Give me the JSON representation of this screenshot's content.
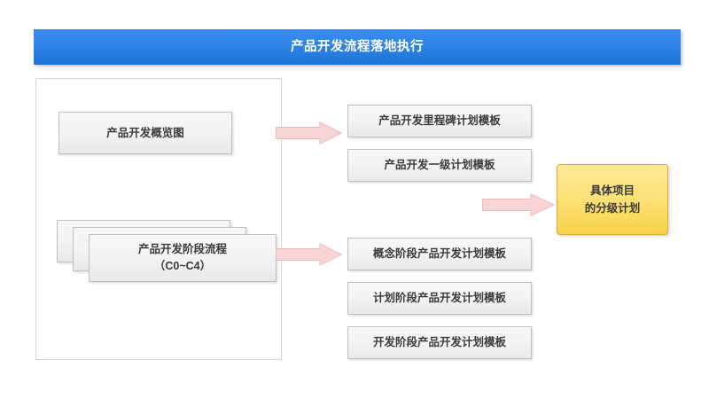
{
  "title": {
    "text": "产品开发流程落地执行",
    "bg_color_top": "#3a8ded",
    "bg_color_bottom": "#1f72d6",
    "text_color": "#ffffff"
  },
  "left_panel": {
    "overview_box": {
      "label": "产品开发概览图"
    },
    "stacked_process_box": {
      "line1": "产品开发阶段流程",
      "line2": "（C0~C4）",
      "stack_count": 3
    }
  },
  "templates": {
    "upper_group": [
      {
        "label": "产品开发里程碑计划模板"
      },
      {
        "label": "产品开发一级计划模板"
      }
    ],
    "lower_group": [
      {
        "label": "概念阶段产品开发计划模板"
      },
      {
        "label": "计划阶段产品开发计划模板"
      },
      {
        "label": "开发阶段产品开发计划模板"
      }
    ]
  },
  "result_box": {
    "line1": "具体项目",
    "line2": "的分级计划",
    "fill_color_top": "#fde99a",
    "fill_color_bottom": "#f7d24a",
    "border_color": "#e0a93a"
  },
  "arrows": {
    "fill_color": "#f9d4d4",
    "border_color": "#f0b9b9",
    "items": [
      {
        "name": "overview-to-milestone-arrow"
      },
      {
        "name": "process-to-phase-templates-arrow"
      },
      {
        "name": "templates-to-result-arrow"
      }
    ]
  },
  "colors": {
    "box_fill": "#f3f3f3",
    "box_border": "#bfbfbf",
    "panel_border": "#d6d6d6",
    "text": "#3a3a3a"
  }
}
